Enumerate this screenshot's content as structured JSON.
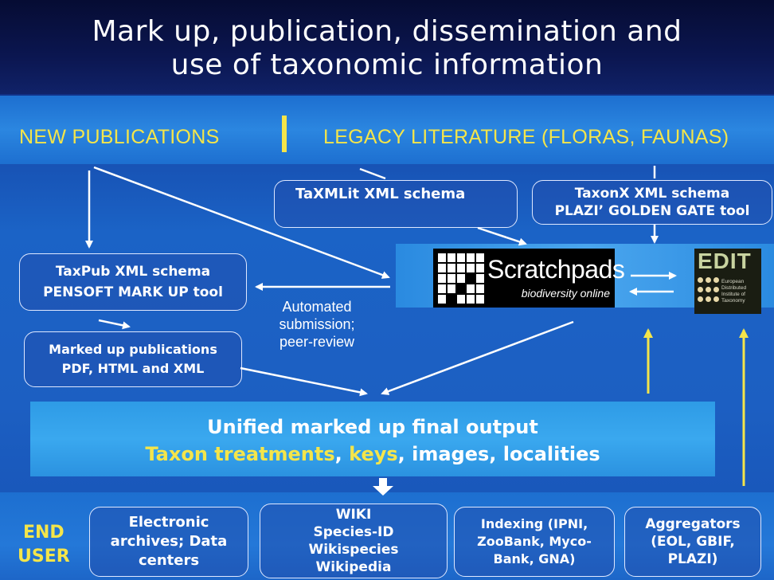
{
  "title": {
    "line1": "Mark up, publication, dissemination and",
    "line2": "use of taxonomic information"
  },
  "headers": {
    "new_publications": "NEW PUBLICATIONS",
    "legacy_literature": "LEGACY LITERATURE (FLORAS, FAUNAS)"
  },
  "boxes": {
    "taxmlit": "TaXMLit  XML schema",
    "taxonx": [
      "TaxonX  XML schema",
      "PLAZI’ GOLDEN GATE tool"
    ],
    "taxpub": [
      "TaxPub XML schema",
      "PENSOFT MARK UP tool"
    ],
    "marked_up": [
      "Marked up publications",
      "PDF, HTML and XML"
    ]
  },
  "scratchpads": {
    "name": "Scratchpads",
    "tagline": "biodiversity online"
  },
  "edit": {
    "name": "EDIT",
    "subtitle": "European Distributed Institute of Taxonomy"
  },
  "automated_submission": [
    "Automated",
    "submission;",
    "peer-review"
  ],
  "unified_output": {
    "line1": "Unified marked up final output",
    "line2_parts": [
      "Taxon treatments",
      ", ",
      "keys",
      ", images, localities"
    ]
  },
  "end_user": {
    "label": [
      "END",
      "USER"
    ],
    "boxes": [
      [
        "Electronic",
        "archives;  Data",
        "centers"
      ],
      [
        "WIKI",
        "Species-ID",
        "Wikispecies",
        "Wikipedia"
      ],
      [
        "Indexing (IPNI,",
        "ZooBank, Myco-",
        "Bank, GNA)"
      ],
      [
        "Aggregators",
        "(EOL, GBIF,",
        "PLAZI)"
      ]
    ]
  },
  "colors": {
    "accent_yellow": "#f4e54a",
    "title_text": "#ffffff",
    "box_border": "#dfe8ff"
  }
}
